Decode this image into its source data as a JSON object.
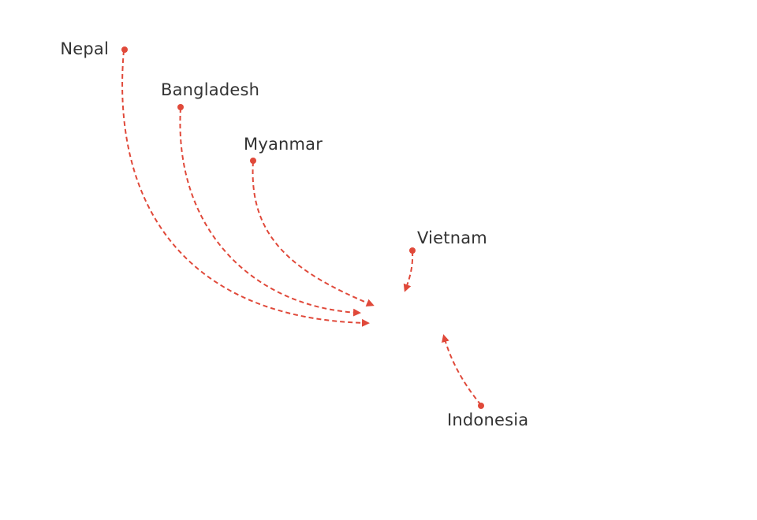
{
  "theme": {
    "accent": "#e0493a",
    "label_color": "#333333",
    "background": "#ffffff"
  },
  "origins": [
    {
      "name": "Nepal"
    },
    {
      "name": "Bangladesh"
    },
    {
      "name": "Myanmar"
    },
    {
      "name": "Vietnam"
    },
    {
      "name": "Indonesia"
    }
  ]
}
